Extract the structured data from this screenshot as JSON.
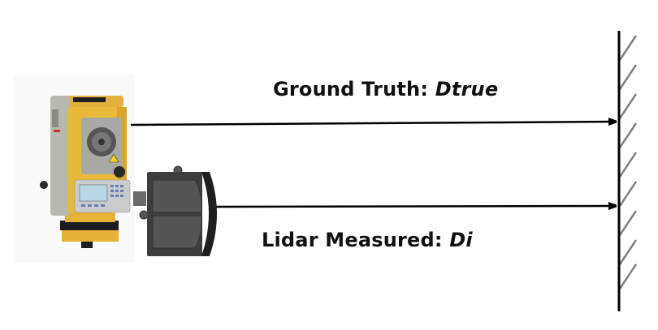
{
  "labels": {
    "ground_truth_prefix": "Ground Truth: ",
    "ground_truth_var": "Dtrue",
    "lidar_prefix": "Lidar Measured: ",
    "lidar_var": "Di"
  },
  "devices": {
    "total_station": "total-station-icon",
    "lidar_sensor": "lidar-sensor-icon"
  },
  "colors": {
    "arrow": "#000000",
    "wall": "#000000",
    "hatch": "#808080",
    "station_yellow": "#e9b93a",
    "station_gray": "#b8b8b0",
    "lidar_body": "#4a4a4a"
  }
}
